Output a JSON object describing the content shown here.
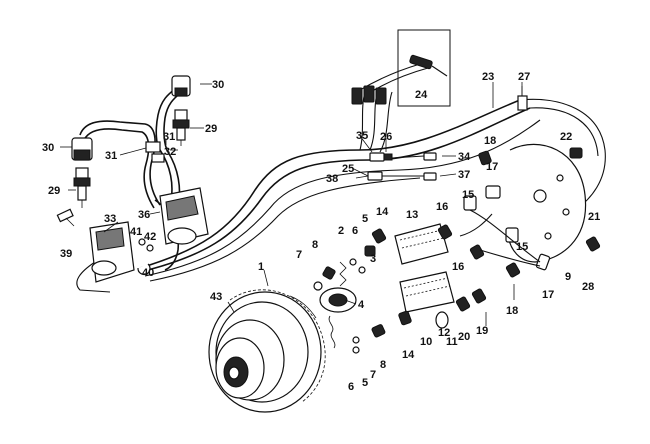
{
  "colors": {
    "ink": "#111111",
    "background": "#ffffff"
  },
  "callouts": [
    {
      "id": "c1",
      "label": "1"
    },
    {
      "id": "c2",
      "label": "2"
    },
    {
      "id": "c3",
      "label": "3"
    },
    {
      "id": "c4",
      "label": "4"
    },
    {
      "id": "c5a",
      "label": "5"
    },
    {
      "id": "c5b",
      "label": "5"
    },
    {
      "id": "c6a",
      "label": "6"
    },
    {
      "id": "c6b",
      "label": "6"
    },
    {
      "id": "c7a",
      "label": "7"
    },
    {
      "id": "c7b",
      "label": "7"
    },
    {
      "id": "c8a",
      "label": "8"
    },
    {
      "id": "c8b",
      "label": "8"
    },
    {
      "id": "c9",
      "label": "9"
    },
    {
      "id": "c10",
      "label": "10"
    },
    {
      "id": "c11",
      "label": "11"
    },
    {
      "id": "c12",
      "label": "12"
    },
    {
      "id": "c13",
      "label": "13"
    },
    {
      "id": "c14a",
      "label": "14"
    },
    {
      "id": "c14b",
      "label": "14"
    },
    {
      "id": "c15a",
      "label": "15"
    },
    {
      "id": "c15b",
      "label": "15"
    },
    {
      "id": "c16a",
      "label": "16"
    },
    {
      "id": "c16b",
      "label": "16"
    },
    {
      "id": "c17a",
      "label": "17"
    },
    {
      "id": "c17b",
      "label": "17"
    },
    {
      "id": "c18a",
      "label": "18"
    },
    {
      "id": "c18b",
      "label": "18"
    },
    {
      "id": "c19",
      "label": "19"
    },
    {
      "id": "c20",
      "label": "20"
    },
    {
      "id": "c21",
      "label": "21"
    },
    {
      "id": "c22",
      "label": "22"
    },
    {
      "id": "c23",
      "label": "23"
    },
    {
      "id": "c24",
      "label": "24"
    },
    {
      "id": "c25",
      "label": "25"
    },
    {
      "id": "c26",
      "label": "26"
    },
    {
      "id": "c27",
      "label": "27"
    },
    {
      "id": "c28",
      "label": "28"
    },
    {
      "id": "c29a",
      "label": "29"
    },
    {
      "id": "c29b",
      "label": "29"
    },
    {
      "id": "c30a",
      "label": "30"
    },
    {
      "id": "c30b",
      "label": "30"
    },
    {
      "id": "c31a",
      "label": "31"
    },
    {
      "id": "c31b",
      "label": "31"
    },
    {
      "id": "c32",
      "label": "32"
    },
    {
      "id": "c33",
      "label": "33"
    },
    {
      "id": "c34",
      "label": "34"
    },
    {
      "id": "c35",
      "label": "35"
    },
    {
      "id": "c36",
      "label": "36"
    },
    {
      "id": "c37",
      "label": "37"
    },
    {
      "id": "c38",
      "label": "38"
    },
    {
      "id": "c39",
      "label": "39"
    },
    {
      "id": "c40",
      "label": "40"
    },
    {
      "id": "c41",
      "label": "41"
    },
    {
      "id": "c42",
      "label": "42"
    },
    {
      "id": "c43",
      "label": "43"
    }
  ]
}
